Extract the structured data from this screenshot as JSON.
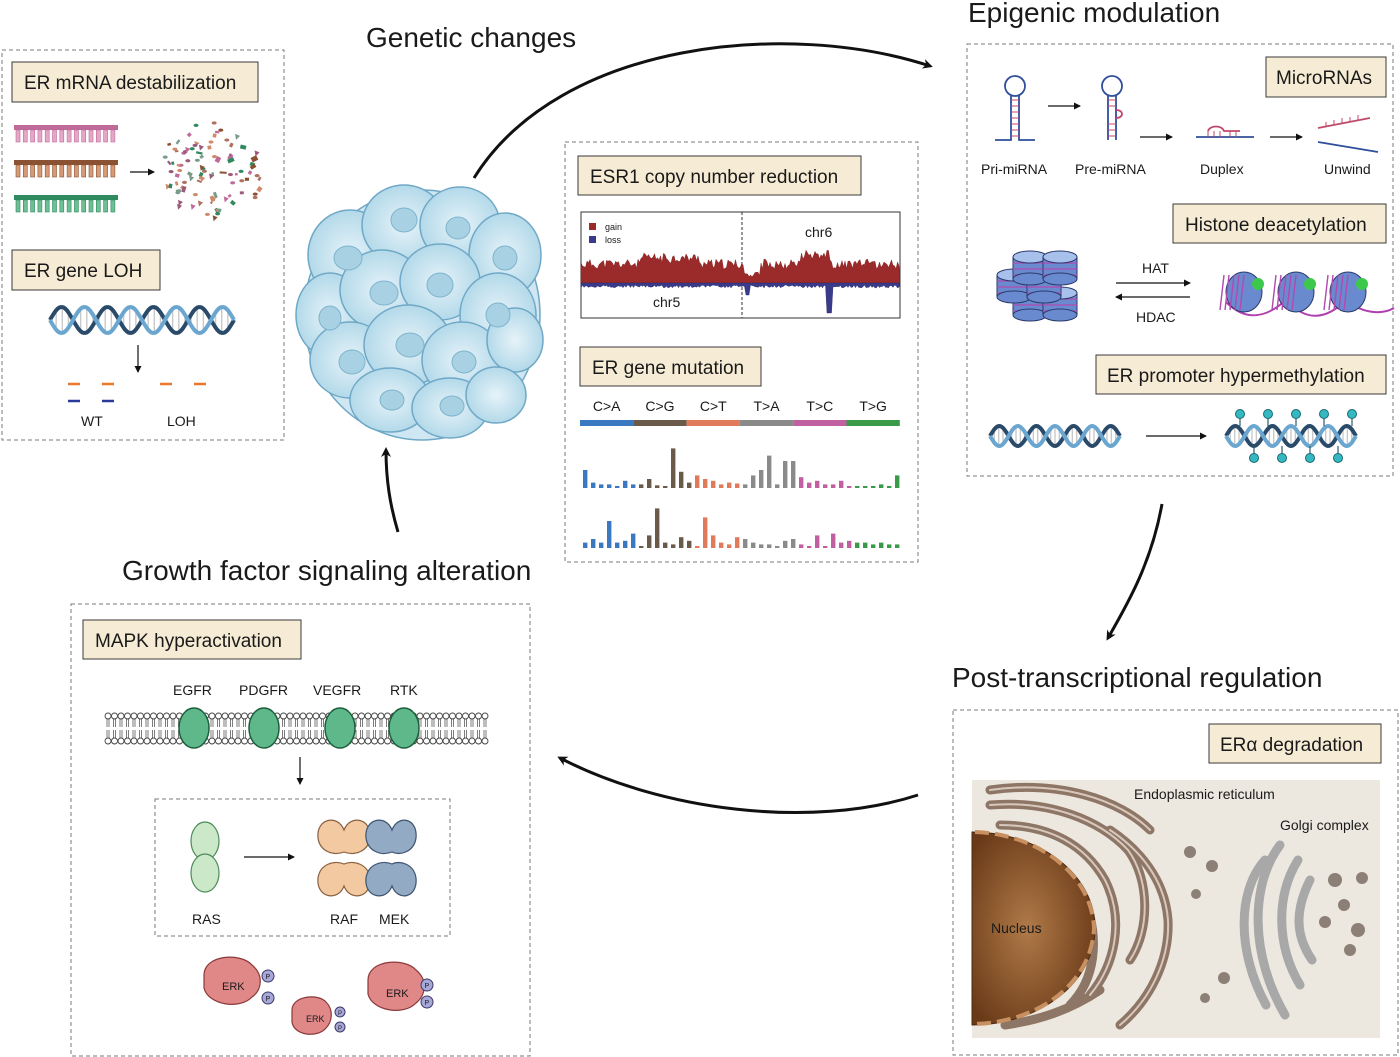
{
  "sections": {
    "genetic": "Genetic changes",
    "epigenetic": "Epigenic modulation",
    "post_transcriptional": "Post-transcriptional regulation",
    "growth_factor": "Growth factor signaling alteration"
  },
  "left_panel": {
    "mrna_title": "ER mRNA destabilization",
    "loh_title": "ER gene LOH",
    "wt_label": "WT",
    "loh_label": "LOH"
  },
  "center_panel": {
    "esr1_title": "ESR1 copy number reduction",
    "legend_gain": "gain",
    "legend_loss": "loss",
    "chr5": "chr5",
    "chr6": "chr6",
    "mutation_title": "ER gene mutation",
    "mutation_types": [
      "C>A",
      "C>G",
      "C>T",
      "T>A",
      "T>C",
      "T>G"
    ]
  },
  "epigenetic_panel": {
    "microrna_title": "MicroRNAs",
    "pri": "Pri-miRNA",
    "pre": "Pre-miRNA",
    "duplex": "Duplex",
    "unwind": "Unwind",
    "histone_title": "Histone deacetylation",
    "hat": "HAT",
    "hdac": "HDAC",
    "promoter_title": "ER promoter hypermethylation"
  },
  "degradation_panel": {
    "title": "ERα degradation",
    "er": "Endoplasmic reticulum",
    "golgi": "Golgi complex",
    "nucleus": "Nucleus"
  },
  "mapk_panel": {
    "title": "MAPK hyperactivation",
    "receptors": [
      "EGFR",
      "PDGFR",
      "VEGFR",
      "RTK"
    ],
    "ras": "RAS",
    "raf": "RAF",
    "mek": "MEK",
    "erk": "ERK",
    "phospho": "P"
  },
  "colors": {
    "tag_fill": "#f6ebd4",
    "gain": "#9b2a2a",
    "loss": "#3a3a8a",
    "receptor": "#5fb88a",
    "erk": "#e08888",
    "raf": "#f2c9a0",
    "mek": "#92aac4",
    "ras": "#cbe8c8",
    "nucleus": "#8a5530",
    "er": "#8e7666",
    "golgi": "#a8a8a8"
  }
}
